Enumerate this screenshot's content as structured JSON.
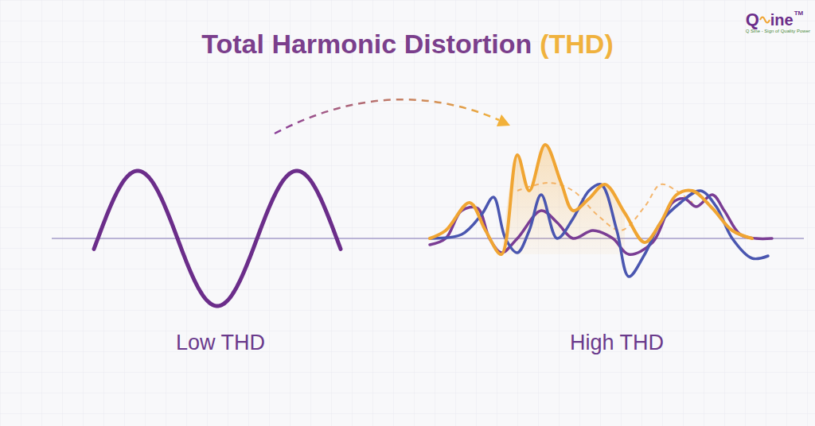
{
  "diagram": {
    "title": "Total Harmonic Distortion",
    "labels": [
      "(THD)",
      "Low THD",
      "High THD",
      "Q",
      "ine",
      "TM",
      "Q Sine - Sign of Quality Power"
    ]
  }
}
